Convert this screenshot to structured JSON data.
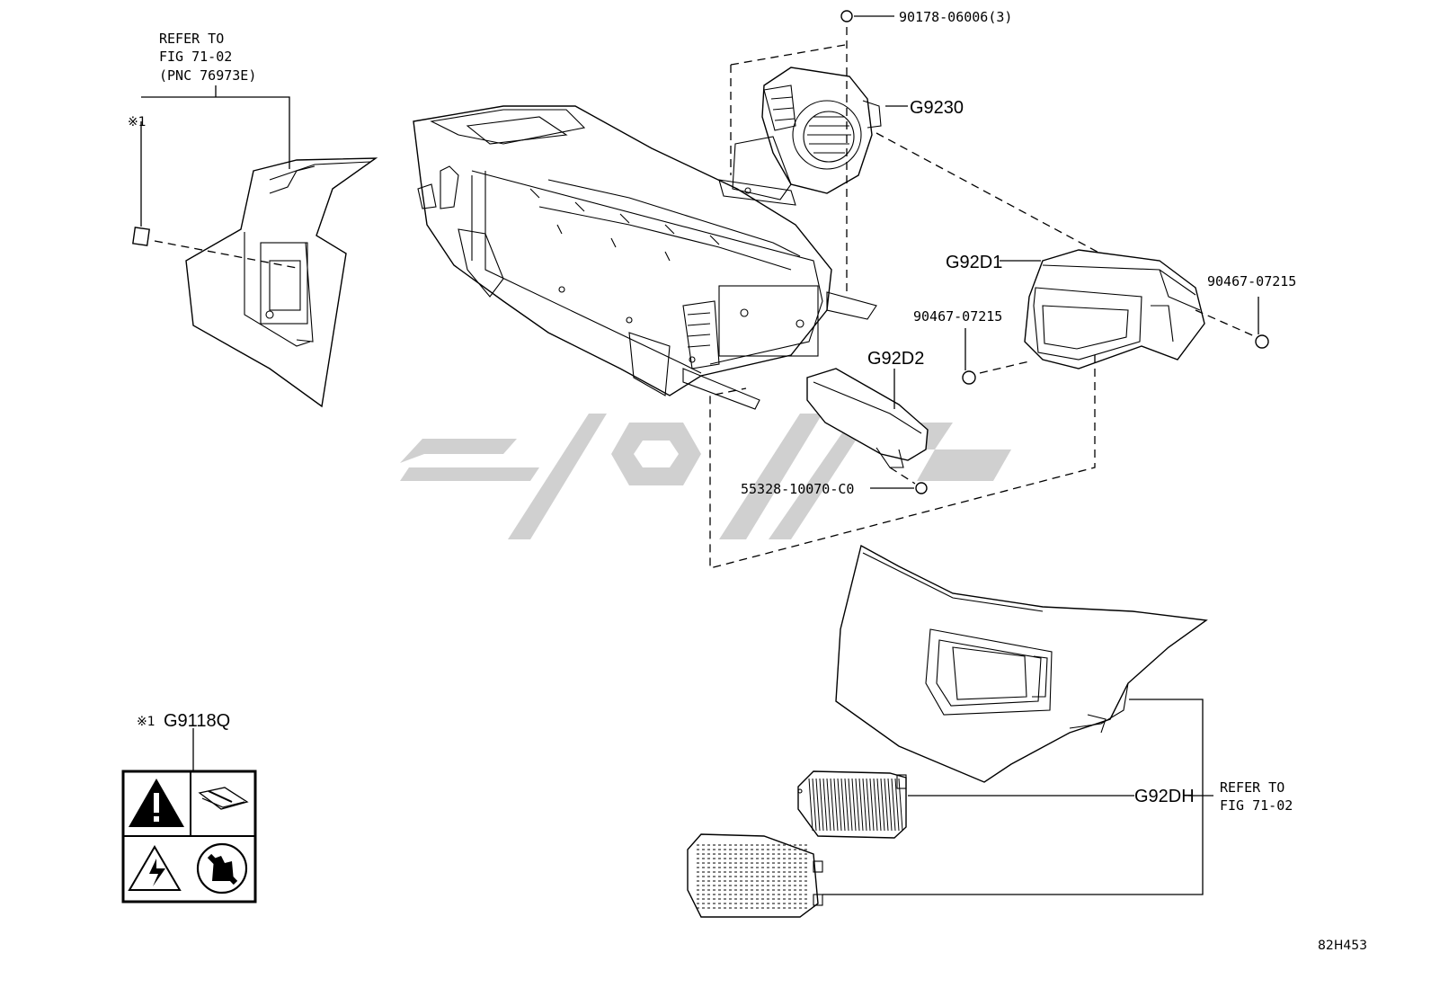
{
  "callouts": {
    "refer_top_left": [
      "REFER TO",
      "FIG 71-02",
      "(PNC 76973E)"
    ],
    "note_mark": "※1",
    "bolt_top": "90178-06006(3)",
    "g9230": "G9230",
    "g92d1": "G92D1",
    "bolt_right": "90467-07215",
    "bolt_mid": "90467-07215",
    "g92d2": "G92D2",
    "clip": "55328-10070-C0",
    "label_ref": "G9118Q",
    "label_ref_mark": "※1",
    "g92dh": "G92DH",
    "refer_bottom_right": [
      "REFER TO",
      "FIG 71-02"
    ],
    "diagram_id": "82H453"
  },
  "icons": [
    "warning-triangle-icon",
    "manual-book-icon",
    "electric-shock-icon",
    "no-touch-icon"
  ],
  "colors": {
    "ink": "#000000",
    "watermark": "#d0d0d0"
  }
}
